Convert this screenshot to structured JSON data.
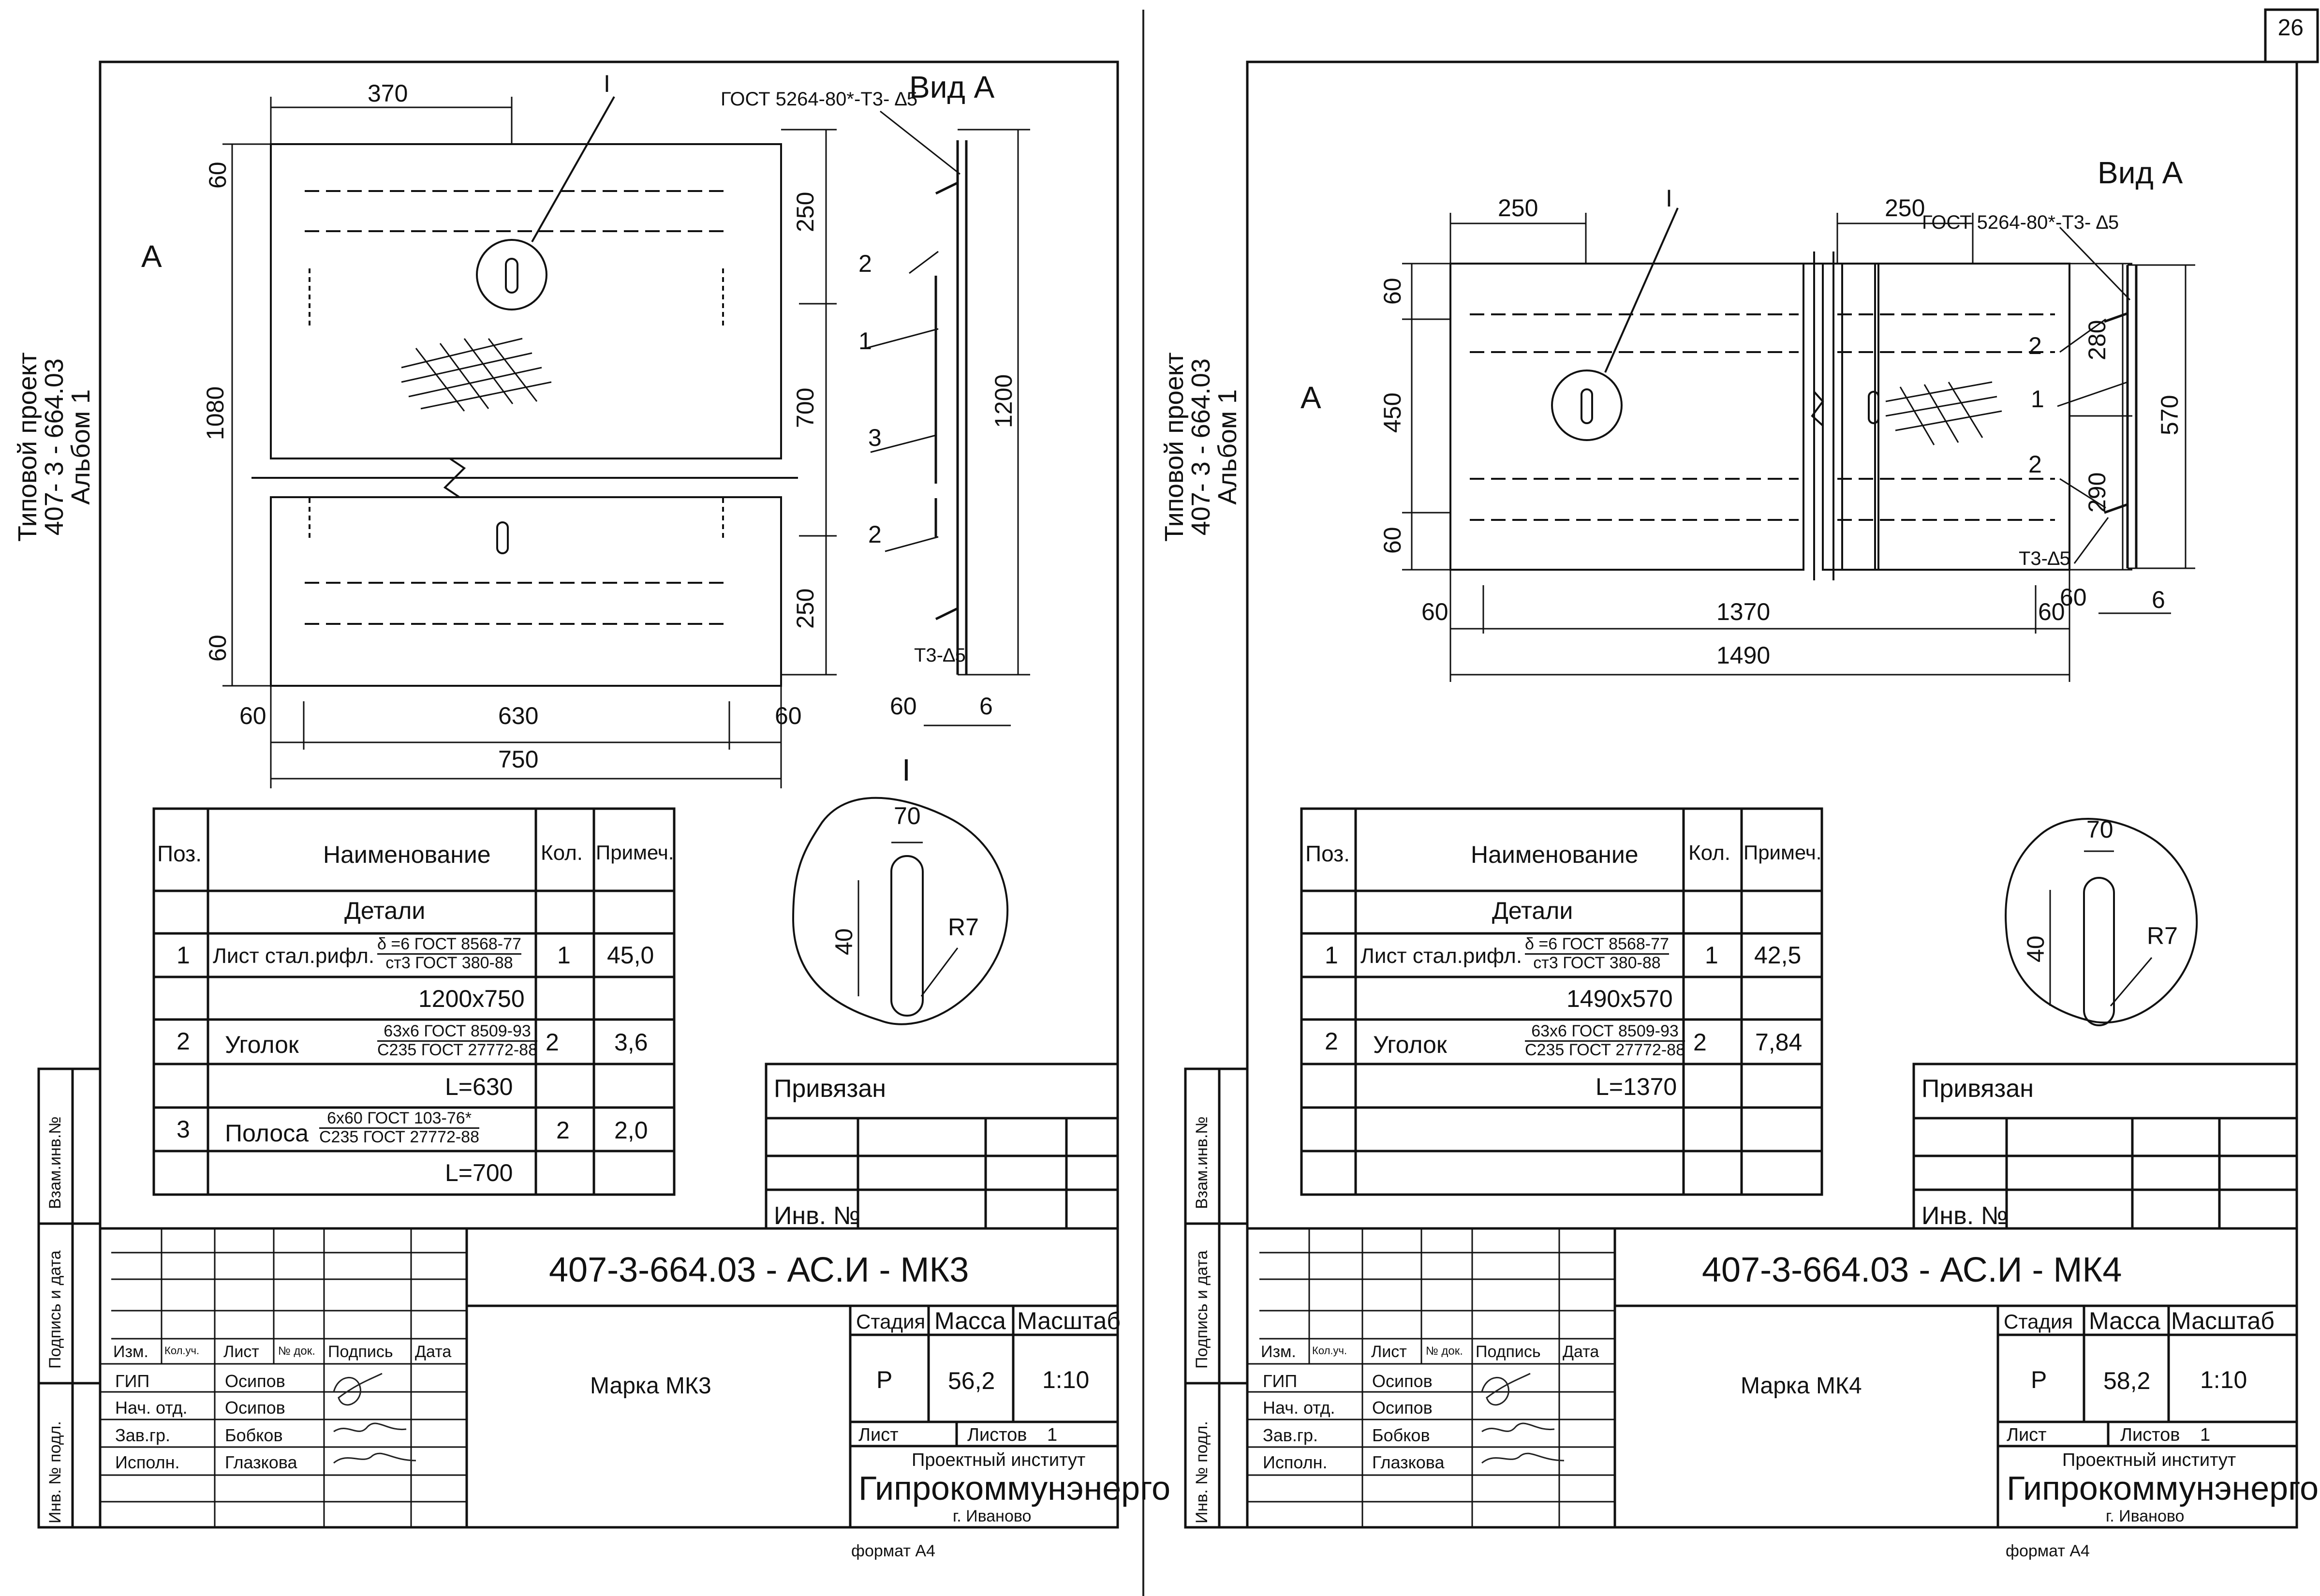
{
  "page_number": "26",
  "format_label": "формат А4",
  "side_title": [
    "Типовой проект",
    "407- 3 - 664.03",
    "Альбом 1"
  ],
  "side_stamps": {
    "vzam": "Взам.инв.№",
    "podpis": "Подпись и дата",
    "inv": "Инв. № подл."
  },
  "spec_headers": {
    "pos": "Поз.",
    "name": "Наименование",
    "qty": "Кол.",
    "note": "Примеч."
  },
  "spec_section": "Детали",
  "title_block": {
    "privyazan": "Привязан",
    "inv_no": "Инв. №",
    "col_headers": [
      "Изм.",
      "Кол.уч.",
      "Лист",
      "№ док.",
      "Подпись",
      "Дата"
    ],
    "roles": [
      "ГИП",
      "Нач. отд.",
      "Зав.гр.",
      "Исполн."
    ],
    "persons": [
      "Осипов",
      "Осипов",
      "Бобков",
      "Глазкова"
    ],
    "stage_label": "Стадия",
    "mass_label": "Масса",
    "scale_label": "Масштаб",
    "stage": "Р",
    "scale": "1:10",
    "sheet_label": "Лист",
    "sheets_label": "Листов",
    "sheets_value": "1",
    "institute_line1": "Проектный институт",
    "institute_name": "Гипрокоммунэнерго",
    "institute_city": "г. Иваново"
  },
  "sheets": [
    {
      "code": "407-3-664.03 - АС.И - МК3",
      "mark": "Марка МК3",
      "mass": "56,2",
      "view_label": "Вид А",
      "section_mark": "А",
      "node_mark": "I",
      "gost_weld": "ГОСТ 5264-80*-Т3- ∆5",
      "weld_short": "Т3-∆5",
      "plan_dims": {
        "top": "370",
        "left_top": "60",
        "left_mid": "1080",
        "left_bot": "60",
        "bottom_a": "60",
        "bottom_b": "630",
        "bottom_c": "60",
        "bottom_total": "750",
        "right_a": "250",
        "right_b": "700",
        "right_c": "250"
      },
      "section_dims": {
        "height": "1200",
        "w1": "60",
        "w2": "6"
      },
      "section_pos": [
        "2",
        "1",
        "3",
        "2"
      ],
      "detail": {
        "width": "70",
        "height": "40",
        "radius": "R7"
      },
      "rows": [
        {
          "pos": "1",
          "name": "Лист стал.рифл.",
          "spec_top": "δ =6 ГОСТ 8568-77",
          "spec_bot": "ст3 ГОСТ 380-88",
          "qty": "1",
          "note": "45,0",
          "sub": "1200х750"
        },
        {
          "pos": "2",
          "name": "Уголок",
          "spec_top": "63х6 ГОСТ 8509-93",
          "spec_bot": "С235 ГОСТ 27772-88",
          "qty": "2",
          "note": "3,6",
          "sub": "L=630"
        },
        {
          "pos": "3",
          "name": "Полоса",
          "spec_top": "6х60 ГОСТ 103-76*",
          "spec_bot": "С235 ГОСТ 27772-88",
          "qty": "2",
          "note": "2,0",
          "sub": "L=700"
        }
      ]
    },
    {
      "code": "407-3-664.03 - АС.И - МК4",
      "mark": "Марка МК4",
      "mass": "58,2",
      "view_label": "Вид А",
      "section_mark": "А",
      "node_mark": "I",
      "gost_weld": "ГОСТ 5264-80*-Т3- ∆5",
      "weld_short": "Т3-∆5",
      "plan_dims": {
        "top_left": "250",
        "top_right": "250",
        "left_top": "60",
        "left_mid": "450",
        "left_bot": "60",
        "bottom_a": "60",
        "bottom_b": "1370",
        "bottom_c": "60",
        "bottom_total": "1490",
        "right_a": "280",
        "right_b": "290"
      },
      "section_dims": {
        "height": "570",
        "w1": "60",
        "w2": "6"
      },
      "section_pos": [
        "2",
        "1",
        "2"
      ],
      "detail": {
        "width": "70",
        "height": "40",
        "radius": "R7"
      },
      "rows": [
        {
          "pos": "1",
          "name": "Лист стал.рифл.",
          "spec_top": "δ =6 ГОСТ 8568-77",
          "spec_bot": "ст3 ГОСТ 380-88",
          "qty": "1",
          "note": "42,5",
          "sub": "1490х570"
        },
        {
          "pos": "2",
          "name": "Уголок",
          "spec_top": "63х6 ГОСТ 8509-93",
          "spec_bot": "С235 ГОСТ 27772-88",
          "qty": "2",
          "note": "7,84",
          "sub": "L=1370"
        }
      ]
    }
  ]
}
